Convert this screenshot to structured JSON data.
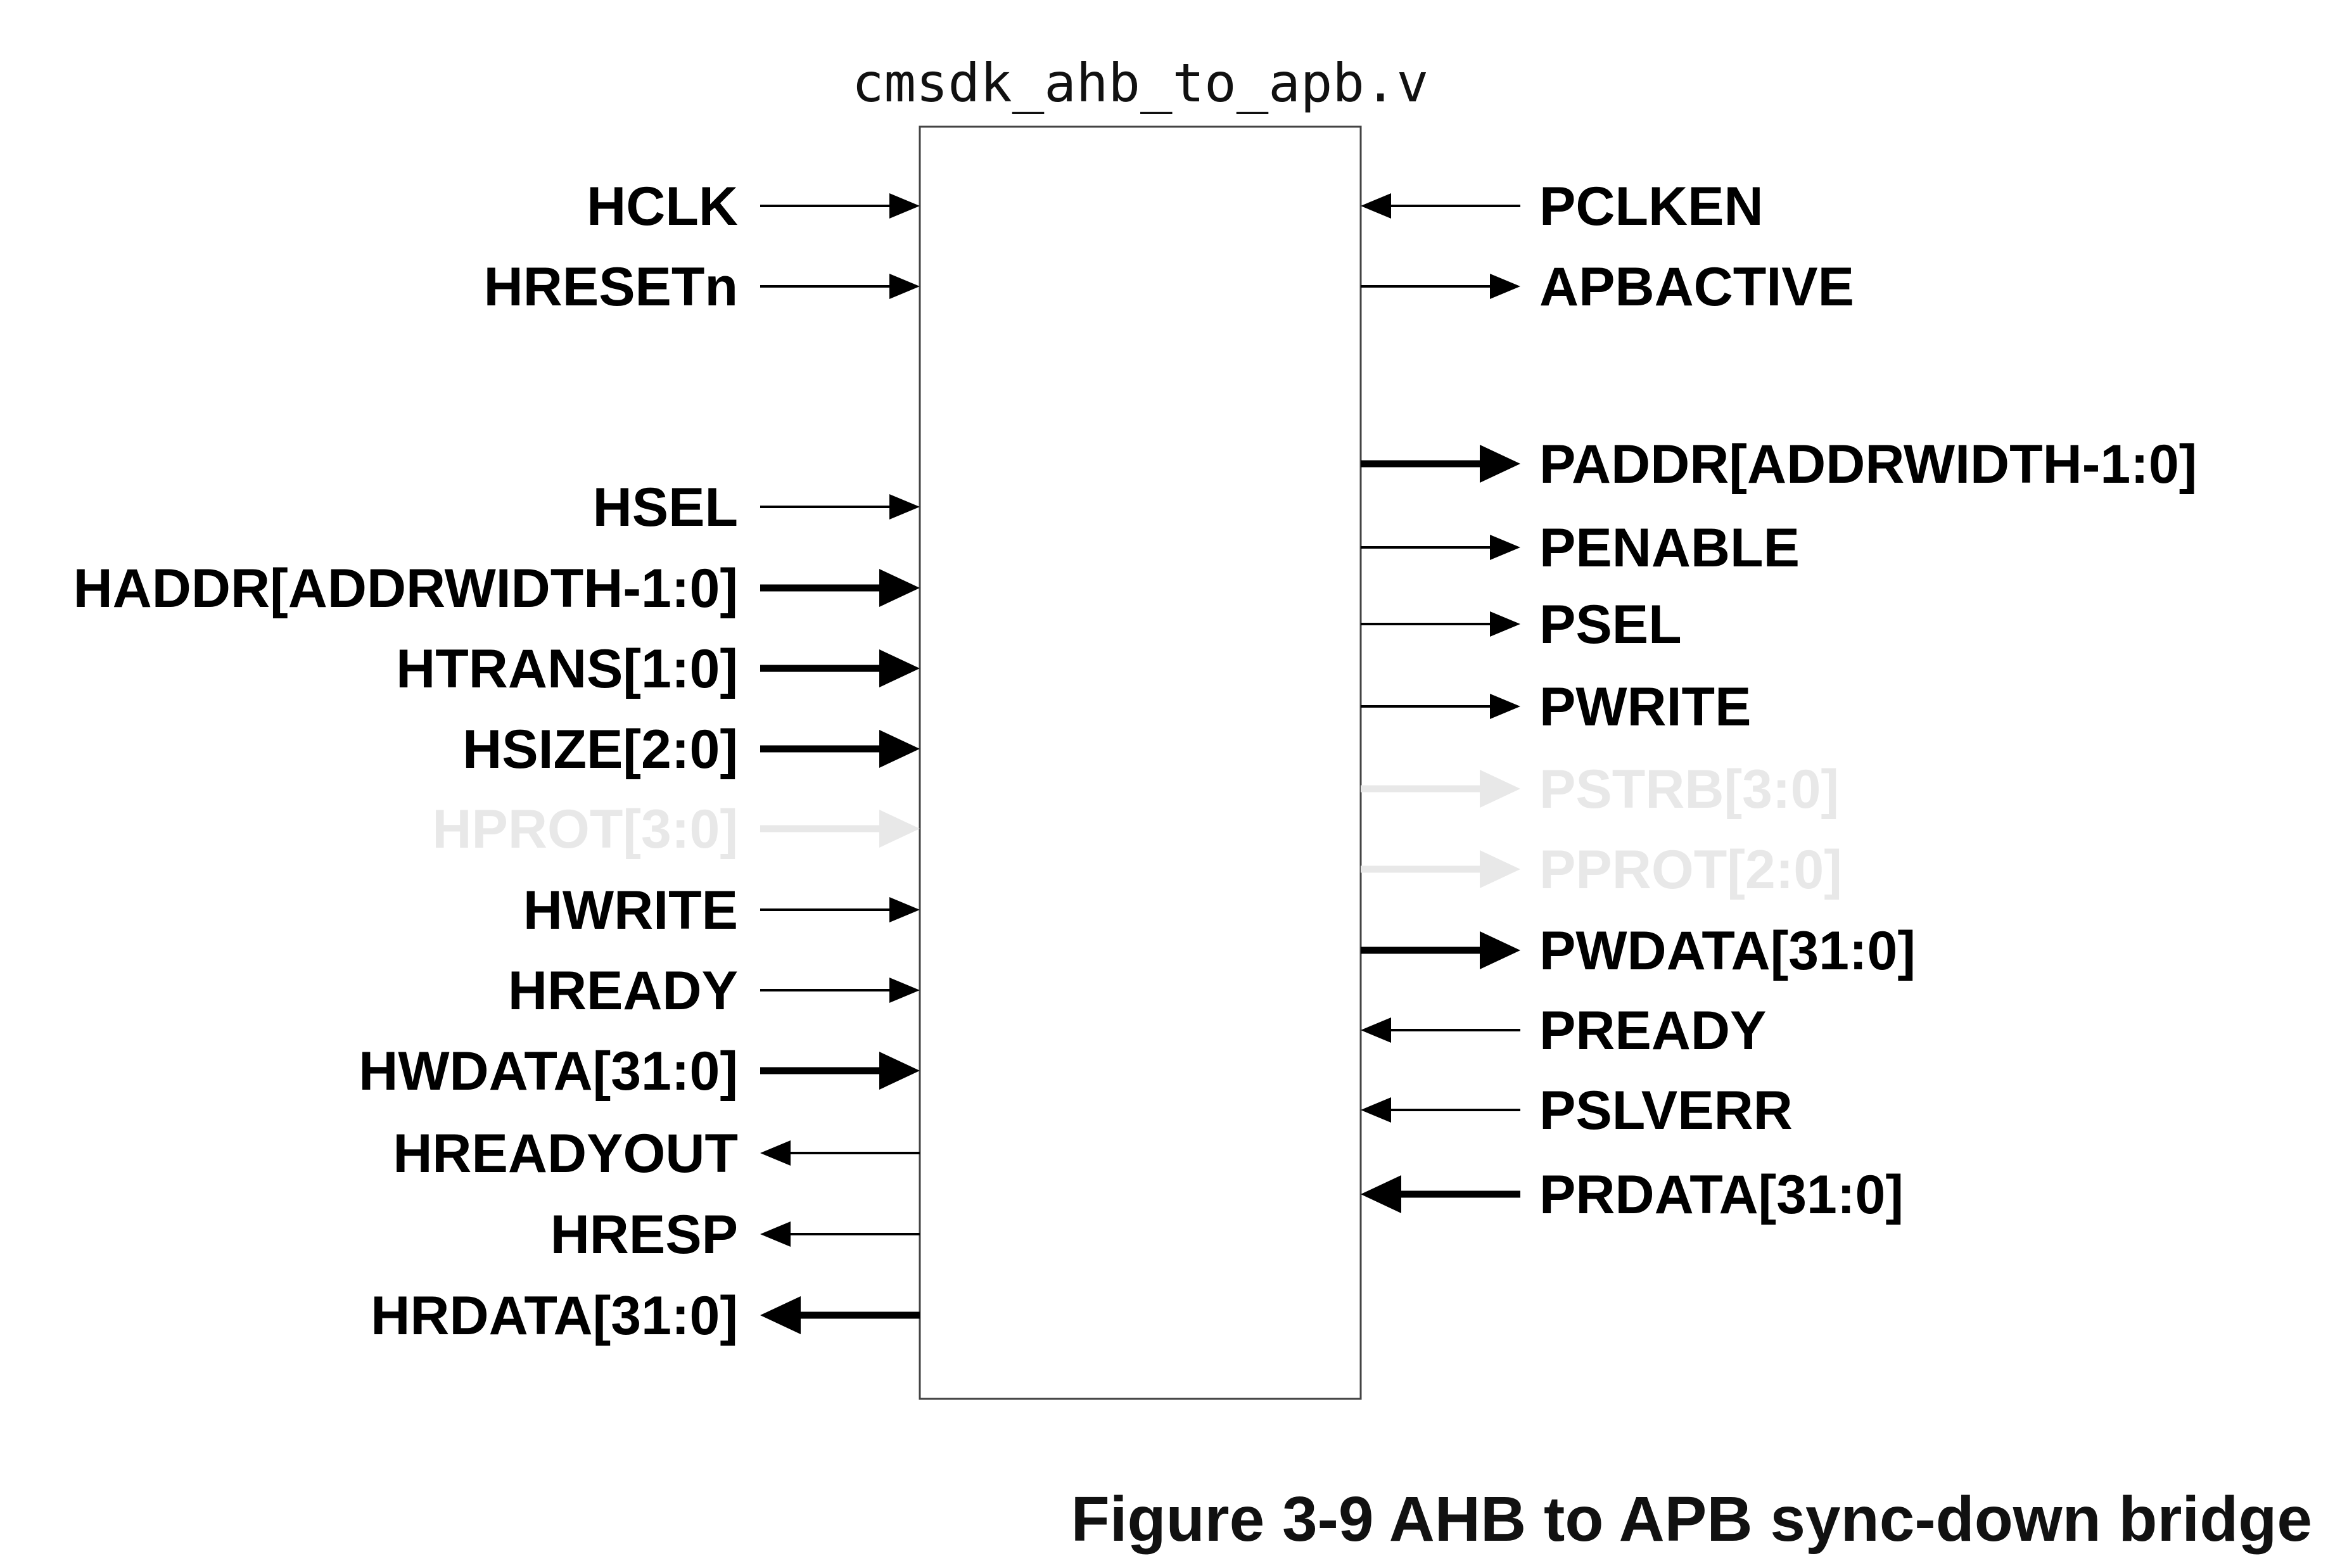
{
  "module": {
    "name": "cmsdk_ahb_to_apb.v"
  },
  "caption": "Figure 3-9 AHB to APB sync-down bridge",
  "colors": {
    "active": "#000000",
    "faded": "#e8e8e8",
    "box_border": "#444444"
  },
  "left_ports": [
    {
      "label": "HCLK",
      "direction": "input",
      "bus": false,
      "faded": false
    },
    {
      "label": "HRESETn",
      "direction": "input",
      "bus": false,
      "faded": false
    },
    {
      "label": "HSEL",
      "direction": "input",
      "bus": false,
      "faded": false
    },
    {
      "label": "HADDR[ADDRWIDTH-1:0]",
      "direction": "input",
      "bus": true,
      "faded": false
    },
    {
      "label": "HTRANS[1:0]",
      "direction": "input",
      "bus": true,
      "faded": false
    },
    {
      "label": "HSIZE[2:0]",
      "direction": "input",
      "bus": true,
      "faded": false
    },
    {
      "label": "HPROT[3:0]",
      "direction": "input",
      "bus": true,
      "faded": true
    },
    {
      "label": "HWRITE",
      "direction": "input",
      "bus": false,
      "faded": false
    },
    {
      "label": "HREADY",
      "direction": "input",
      "bus": false,
      "faded": false
    },
    {
      "label": "HWDATA[31:0]",
      "direction": "input",
      "bus": true,
      "faded": false
    },
    {
      "label": "HREADYOUT",
      "direction": "output",
      "bus": false,
      "faded": false
    },
    {
      "label": "HRESP",
      "direction": "output",
      "bus": false,
      "faded": false
    },
    {
      "label": "HRDATA[31:0]",
      "direction": "output",
      "bus": true,
      "faded": false
    }
  ],
  "right_ports": [
    {
      "label": "PCLKEN",
      "direction": "input",
      "bus": false,
      "faded": false
    },
    {
      "label": "APBACTIVE",
      "direction": "output",
      "bus": false,
      "faded": false
    },
    {
      "label": "PADDR[ADDRWIDTH-1:0]",
      "direction": "output",
      "bus": true,
      "faded": false
    },
    {
      "label": "PENABLE",
      "direction": "output",
      "bus": false,
      "faded": false
    },
    {
      "label": "PSEL",
      "direction": "output",
      "bus": false,
      "faded": false
    },
    {
      "label": "PWRITE",
      "direction": "output",
      "bus": false,
      "faded": false
    },
    {
      "label": "PSTRB[3:0]",
      "direction": "output",
      "bus": true,
      "faded": true
    },
    {
      "label": "PPROT[2:0]",
      "direction": "output",
      "bus": true,
      "faded": true
    },
    {
      "label": "PWDATA[31:0]",
      "direction": "output",
      "bus": true,
      "faded": false
    },
    {
      "label": "PREADY",
      "direction": "input",
      "bus": false,
      "faded": false
    },
    {
      "label": "PSLVERR",
      "direction": "input",
      "bus": false,
      "faded": false
    },
    {
      "label": "PRDATA[31:0]",
      "direction": "input",
      "bus": true,
      "faded": false
    }
  ]
}
